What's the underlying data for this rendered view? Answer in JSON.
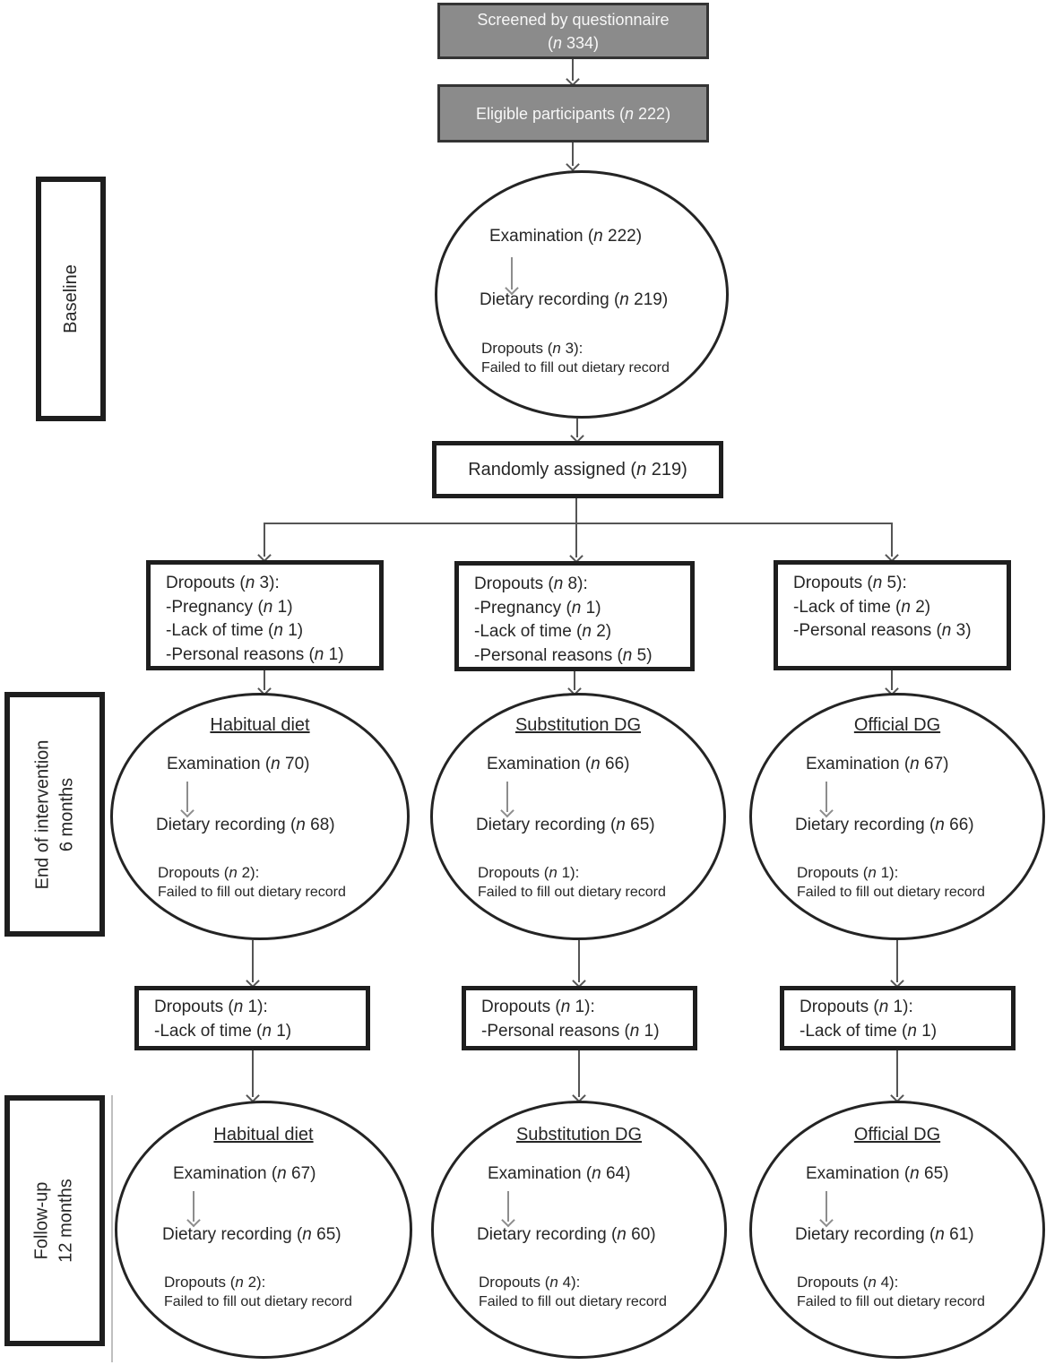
{
  "colors": {
    "gray_box_fill": "#8b8b8b",
    "gray_box_border": "#343434",
    "dark_border": "#1e1e1e",
    "arrow": "#555555",
    "soft_arrow": "#8d8d8d",
    "text": "#262626",
    "thin_line": "#bfbfbf"
  },
  "top": {
    "screened_line1": "Screened by questionnaire",
    "screened_line2": "(n 334)",
    "eligible": "Eligible participants (n 222)",
    "randomized": "Randomly assigned (n 219)"
  },
  "stages": [
    {
      "line1": "Baseline"
    },
    {
      "line1": "End of intervention",
      "line2": "6 months"
    },
    {
      "line1": "Follow-up",
      "line2": "12 months"
    }
  ],
  "baseline_ellipse": {
    "examination": "Examination (n 222)",
    "dietary_recording": "Dietary recording (n 219)",
    "dropouts": "Dropouts (n 3):",
    "dropouts_reason": "Failed to fill out dietary record"
  },
  "columns": [
    {
      "group": "Habitual diet",
      "dropouts_post_randomization": {
        "title": "Dropouts (n 3):",
        "items": [
          "-Pregnancy (n 1)",
          "-Lack of time (n 1)",
          "-Personal reasons (n 1)"
        ]
      },
      "six_months": {
        "group": "Habitual diet",
        "examination": "Examination (n 70)",
        "dietary_recording": "Dietary recording (n 68)",
        "dropouts": "Dropouts (n 2):",
        "dropouts_reason": "Failed to fill out dietary record"
      },
      "dropouts_post_intervention": {
        "title": "Dropouts (n 1):",
        "items": [
          "-Lack of time (n 1)"
        ]
      },
      "twelve_months": {
        "group": "Habitual diet",
        "examination": "Examination (n 67)",
        "dietary_recording": "Dietary recording (n 65)",
        "dropouts": "Dropouts (n 2):",
        "dropouts_reason": "Failed to fill out dietary record"
      }
    },
    {
      "group": "Substitution DG",
      "dropouts_post_randomization": {
        "title": "Dropouts (n 8):",
        "items": [
          "-Pregnancy (n 1)",
          "-Lack of time (n 2)",
          "-Personal reasons (n 5)"
        ]
      },
      "six_months": {
        "group": "Substitution DG",
        "examination": "Examination (n 66)",
        "dietary_recording": "Dietary recording (n 65)",
        "dropouts": "Dropouts (n 1):",
        "dropouts_reason": "Failed to fill out dietary record"
      },
      "dropouts_post_intervention": {
        "title": "Dropouts (n 1):",
        "items": [
          "-Personal reasons (n 1)"
        ]
      },
      "twelve_months": {
        "group": "Substitution DG",
        "examination": "Examination (n 64)",
        "dietary_recording": "Dietary recording (n 60)",
        "dropouts": "Dropouts (n 4):",
        "dropouts_reason": "Failed to fill out dietary record"
      }
    },
    {
      "group": "Official DG",
      "dropouts_post_randomization": {
        "title": "Dropouts (n 5):",
        "items": [
          "-Lack of time (n 2)",
          "-Personal reasons (n 3)"
        ]
      },
      "six_months": {
        "group": "Official DG",
        "examination": "Examination (n 67)",
        "dietary_recording": "Dietary recording (n 66)",
        "dropouts": "Dropouts (n 1):",
        "dropouts_reason": "Failed to fill out dietary record"
      },
      "dropouts_post_intervention": {
        "title": "Dropouts (n 1):",
        "items": [
          "-Lack of time (n 1)"
        ]
      },
      "twelve_months": {
        "group": "Official DG",
        "examination": "Examination (n 65)",
        "dietary_recording": "Dietary recording (n 61)",
        "dropouts": "Dropouts (n 4):",
        "dropouts_reason": "Failed to fill out dietary record"
      }
    }
  ]
}
